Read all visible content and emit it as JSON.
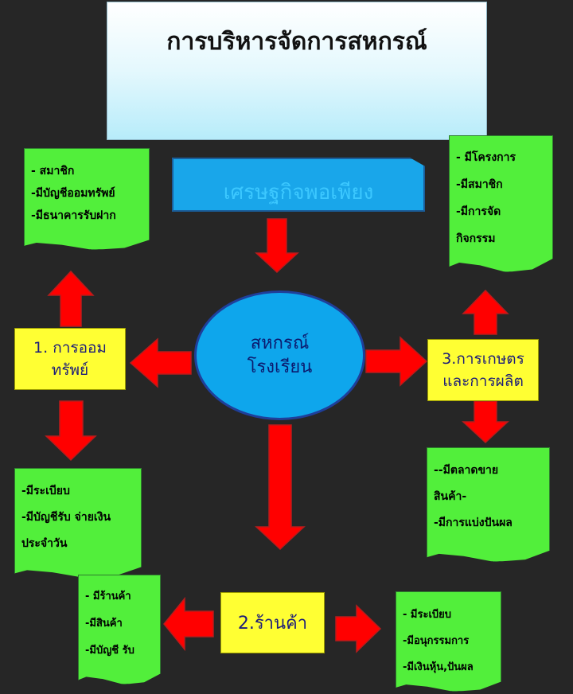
{
  "title": "การบริหารจัดการสหกรณ์",
  "subtitle_banner": "เศรษฐกิจพอเพียง",
  "center": {
    "line1": "สหกรณ์",
    "line2": "โรงเรียน"
  },
  "nodes": {
    "savings": {
      "line1": "1. การออม",
      "line2": "ทรัพย์"
    },
    "store": {
      "label": "2.ร้านค้า"
    },
    "agriculture": {
      "line1": "3.การเกษตร",
      "line2": "และการผลิต"
    }
  },
  "notes": {
    "top_left": [
      "- สมาชิก",
      "-มีบัญชีออมทรัพย์",
      "-มีธนาคารรับฝาก"
    ],
    "top_right": [
      "- มีโครงการ",
      "-มีสมาชิก",
      "-มีการจัด",
      "กิจกรรม"
    ],
    "mid_left": [
      "-มีระเบียบ",
      "-มีบัญชีรับ จ่ายเงิน",
      "ประจำวัน"
    ],
    "mid_right": [
      "--มีตลาดขาย",
      "สินค้า-",
      "-มีการแบ่งปันผล"
    ],
    "bottom_left": [
      "- มีร้านค้า",
      "-มีสินค้า",
      "-มีบัญชี รับ"
    ],
    "bottom_right": [
      "- มีระเบียบ",
      "-มีอนุกรรมการ",
      "-มีเงินหุ้น,ปันผล"
    ]
  },
  "colors": {
    "background": "#262626",
    "note_green": "#52ef3b",
    "node_yellow": "#ffff33",
    "arrow_red": "#ff0000",
    "center_blue": "#0ea6ec"
  }
}
